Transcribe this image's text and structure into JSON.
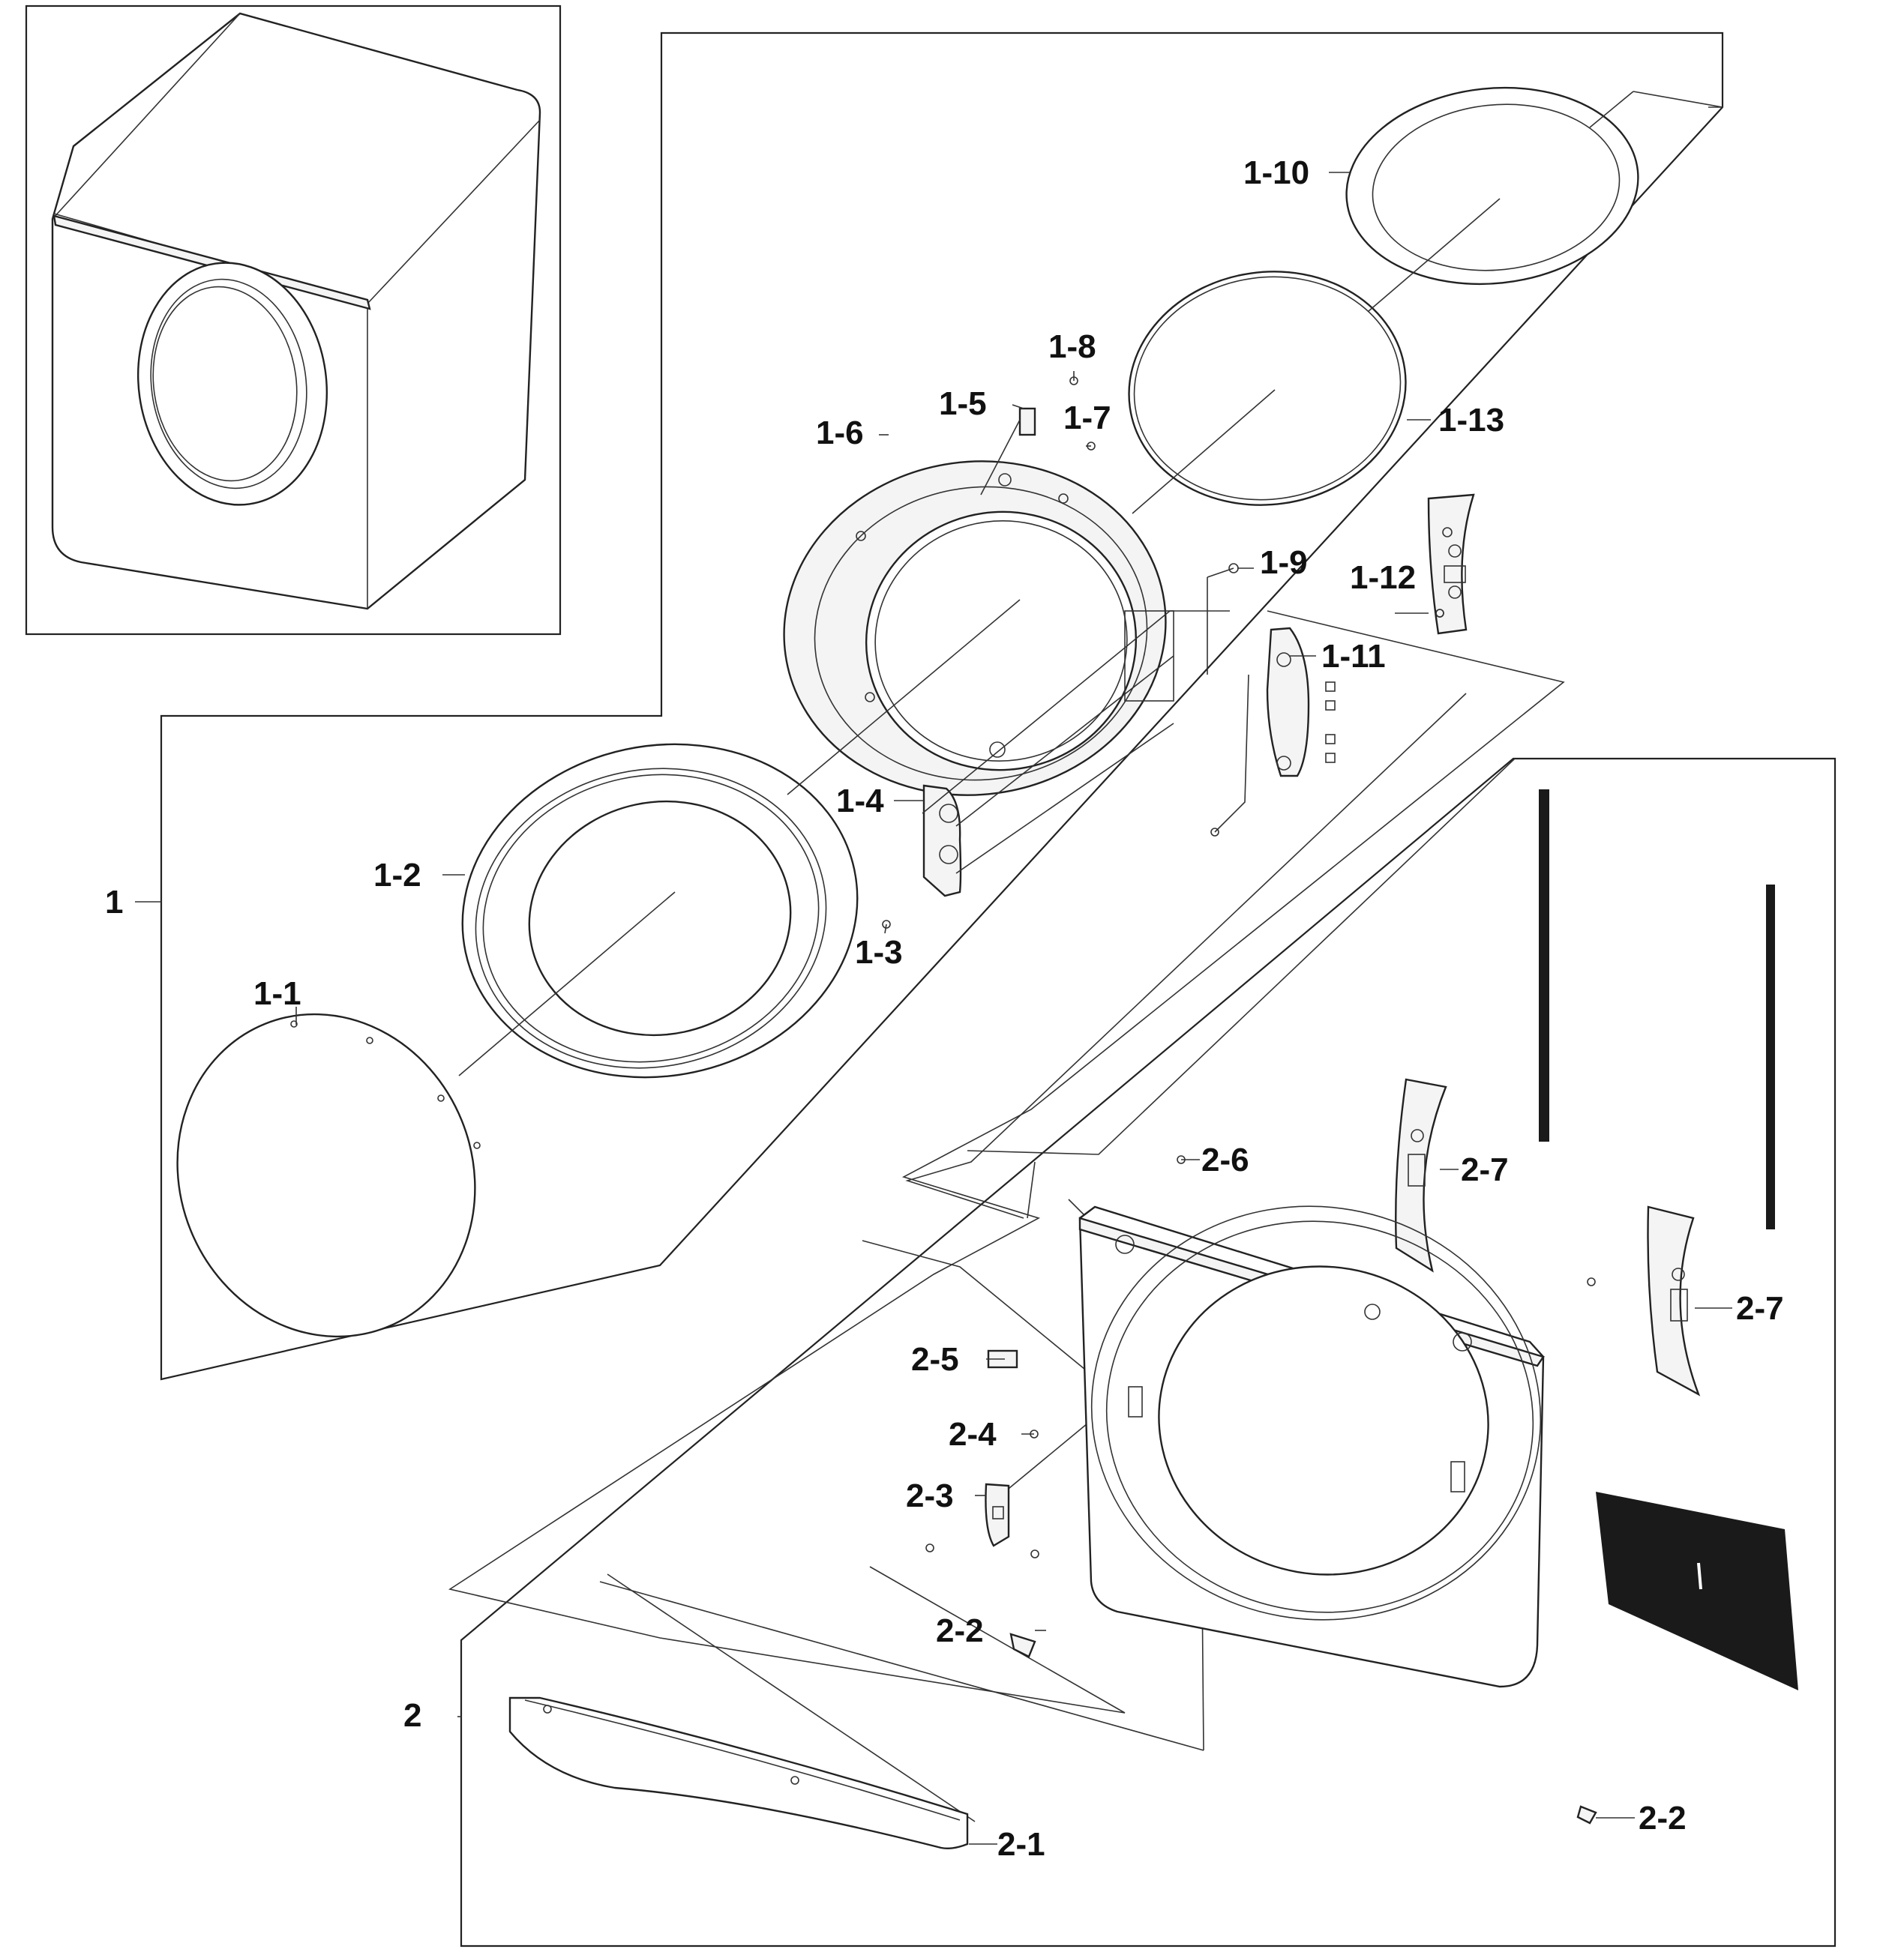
{
  "labels": {
    "group1": "1",
    "p1_1": "1-1",
    "p1_2": "1-2",
    "p1_3": "1-3",
    "p1_4": "1-4",
    "p1_5": "1-5",
    "p1_6": "1-6",
    "p1_7": "1-7",
    "p1_8": "1-8",
    "p1_9": "1-9",
    "p1_10": "1-10",
    "p1_11": "1-11",
    "p1_12": "1-12",
    "p1_13": "1-13",
    "group2": "2",
    "p2_1": "2-1",
    "p2_2a": "2-2",
    "p2_2b": "2-2",
    "p2_3": "2-3",
    "p2_4": "2-4",
    "p2_5": "2-5",
    "p2_6": "2-6",
    "p2_7a": "2-7",
    "p2_7b": "2-7"
  },
  "icons": {
    "overview": "appliance-overview-icon",
    "door_glass": "door-glass-icon",
    "door_cover": "door-cover-icon",
    "door_frame": "door-frame-icon",
    "hinge": "hinge-icon",
    "gasket": "gasket-icon",
    "front_panel": "front-panel-icon",
    "kickplate": "kickplate-icon",
    "bracket": "bracket-icon",
    "screw": "screw-icon",
    "switch": "door-switch-icon",
    "strip": "strip-icon",
    "insulation": "insulation-pad-icon"
  }
}
